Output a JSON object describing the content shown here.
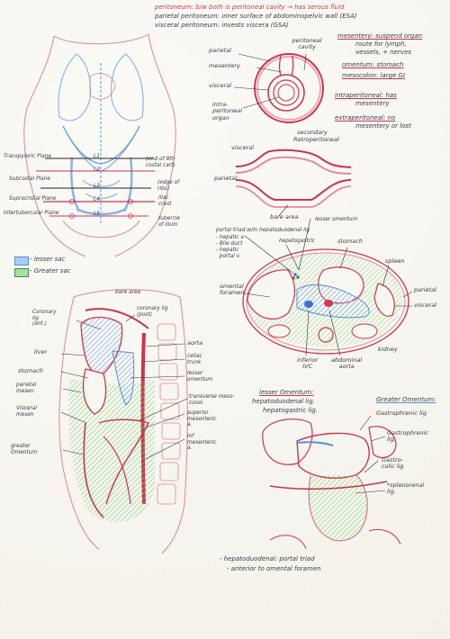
{
  "top_notes": {
    "peritoneum": "peritoneum: b/w both is peritoneal cavity → has serous fluid",
    "parietal": "parietal peritoneum: inner surface of abdominopelvic wall (ESA)",
    "visceral": "visceral peritoneum: invests viscera (GSA)"
  },
  "cavity_diagram": {
    "parietal": "parietal",
    "peritoneal_cavity": "peritoneal cavity",
    "mesentery": "mesentery",
    "visceral": "visceral",
    "intraperitoneal_organ": "intra-\nperitoneal\norgan"
  },
  "definitions": {
    "mesentery": "mesentery: suspend organ",
    "mesentery_2": "route for lymph,",
    "mesentery_3": "vessels, + nerves",
    "omentum": "omentum: stomach",
    "mesocolon": "mesocolon: large GI",
    "intraperitoneal": "intraperitoneal: has",
    "intraperitoneal_2": "mesentery",
    "extraperitoneal": "extraperitoneal: no",
    "extraperitoneal_2": "mesentery or lost"
  },
  "retro_diagram": {
    "secondary": "secondary",
    "retroperitoneal": "Retroperitoneal",
    "visceral": "visceral",
    "parietal": "parietal",
    "bare_area": "bare area"
  },
  "torso_planes": {
    "transpyloric": "Transpyloric Plane",
    "subcostal": "Subcostal Plane",
    "supracristal": "Supracristal Plane",
    "intertubercular": "Intertubercular Plane",
    "l1": "L1",
    "l2": "L2",
    "l3": "L3",
    "l4": "L4",
    "l5": "L5",
    "end_costal": "(end of 9th\ncostal cart)",
    "edge_ribs": "(edge of\nribs)",
    "iliac_crest": "iliac\ncrest",
    "tubercle_ilium": "tubercle\nof ilium"
  },
  "legend": {
    "lesser_sac": "- lesser sac",
    "greater_sac": "- Greater sac"
  },
  "cross_section": {
    "portal_triad": "portal triad w/in hepatoduodenal lig",
    "hepatic_a": "- hepatic a",
    "bile_duct": "- Bile duct",
    "hepatic_portal": "- hepatic\n  portal v.",
    "lesser_omentum": "lesser omentum",
    "hepatogastric": "hepatogastric",
    "stomach": "stomach",
    "spleen": "spleen",
    "omental_foramen": "omental\nforamen",
    "parietal": "parietal",
    "visceral": "visceral",
    "kidney": "kidney",
    "inferior_ivc": "inferior\nIVC",
    "abdominal_aorta": "abdominal\naorta"
  },
  "sagittal": {
    "bare_area": "bare area",
    "coronary_lig_post": "coronary lig\n(post)",
    "coronary_lig_ant": "Coronary\nlig\n(ant.)",
    "liver": "liver",
    "stomach": "stomach",
    "parietal_mesen": "parietal\nmesen.",
    "visceral_mesen": "Visceral\nmesen",
    "greater_omentum": "greater\nOmentum",
    "aorta": "aorta",
    "celiac_trunk": "celiac\ntrunk",
    "lesser_omentum": "lesser\nomentum",
    "transverse_meso": "transverse meso-\ncolon",
    "superior_mesenteric": "superior\nmesenteric\na.",
    "inf_mesenteric": "inf\nmesenteric\na."
  },
  "omenta_notes": {
    "lesser_title": "lesser Omentum:",
    "hepatoduodenal": "hepatoduodenal lig.",
    "hepatogastric": "hepatogastric lig.",
    "greater_title": "Greater Omentum:",
    "gastrophrenic_1": "Gastrophrenic lig",
    "gastrophrenic_2": "Gastrophrenic\nlig.",
    "gastrocolic": "Gastro-\ncolic lig",
    "splenorenal": "*splenorenal\nlig."
  },
  "bottom_note": {
    "line1": "- hepatoduodenal: portal triad",
    "line2": "- anterior to omental foramen"
  }
}
